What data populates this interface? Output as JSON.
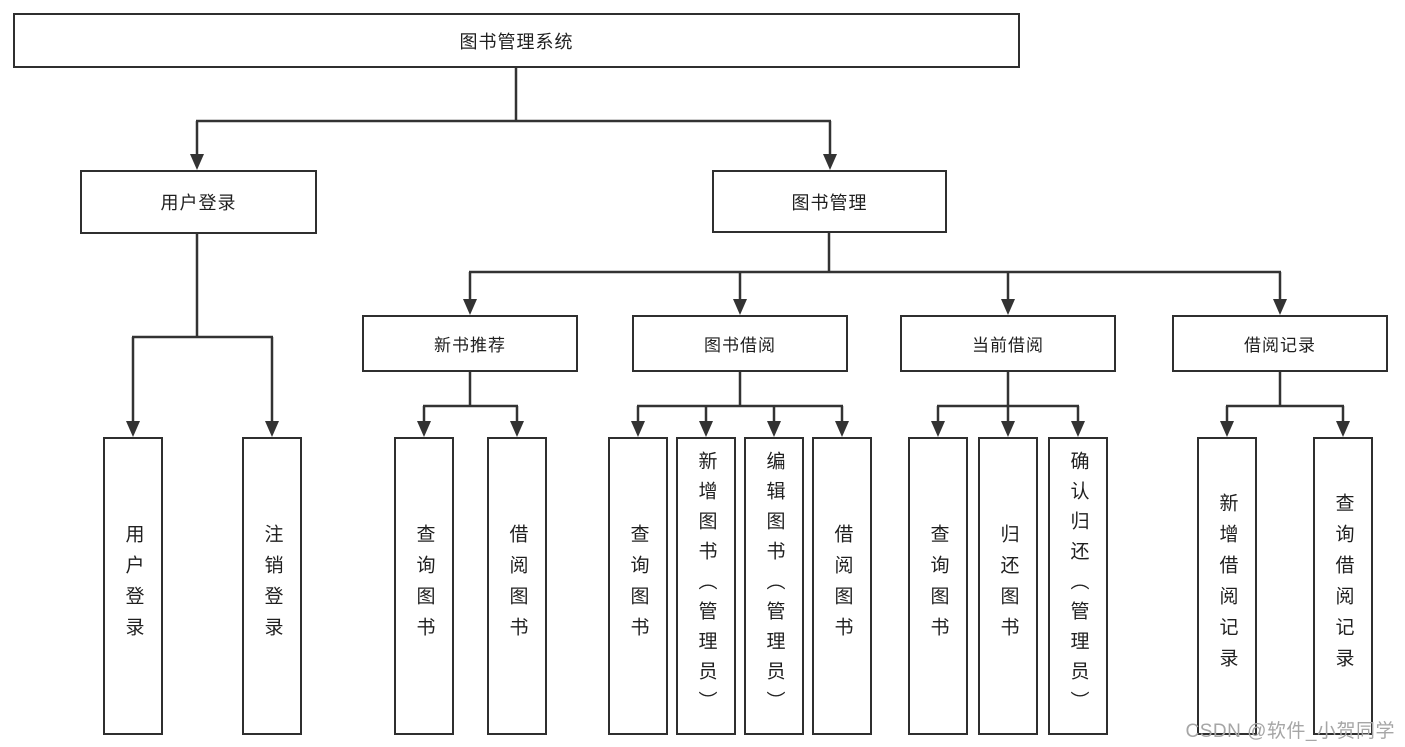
{
  "diagram": {
    "root": {
      "label": "图书管理系统"
    },
    "level2": [
      {
        "id": "user-login",
        "label": "用户登录"
      },
      {
        "id": "book-management",
        "label": "图书管理"
      }
    ],
    "level3": [
      {
        "id": "new-book-recommend",
        "label": "新书推荐"
      },
      {
        "id": "book-borrow",
        "label": "图书借阅"
      },
      {
        "id": "current-borrow",
        "label": "当前借阅"
      },
      {
        "id": "borrow-record",
        "label": "借阅记录"
      }
    ],
    "leaves": [
      {
        "group": "用户登录",
        "label": "用户登录"
      },
      {
        "group": "用户登录",
        "label": "注销登录"
      },
      {
        "group": "新书推荐",
        "label": "查询图书"
      },
      {
        "group": "新书推荐",
        "label": "借阅图书"
      },
      {
        "group": "图书借阅",
        "label": "查询图书"
      },
      {
        "group": "图书借阅",
        "label": "新增图书（管理员）"
      },
      {
        "group": "图书借阅",
        "label": "编辑图书（管理员）"
      },
      {
        "group": "图书借阅",
        "label": "借阅图书"
      },
      {
        "group": "当前借阅",
        "label": "查询图书"
      },
      {
        "group": "当前借阅",
        "label": "归还图书"
      },
      {
        "group": "当前借阅",
        "label": "确认归还（管理员）"
      },
      {
        "group": "借阅记录",
        "label": "新增借阅记录"
      },
      {
        "group": "借阅记录",
        "label": "查询借阅记录"
      }
    ]
  },
  "watermark": {
    "text": "CSDN @软件_小贺同学"
  },
  "colors": {
    "line": "#333333",
    "box_border": "#2f2f2f",
    "text": "#1f1f1f",
    "watermark": "#a6a6a6",
    "background": "#ffffff"
  }
}
